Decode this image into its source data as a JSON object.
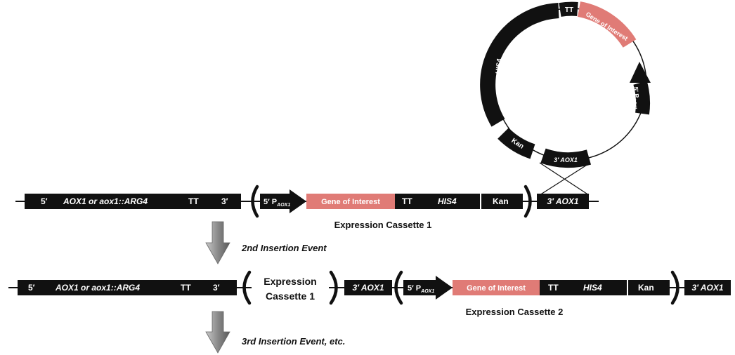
{
  "plasmid": {
    "tt": "TT",
    "gene": "Gene of Interest",
    "promoter": "5′ P",
    "promoter_sub": "AOX1",
    "his4": "HIS4",
    "kan": "Kan",
    "aox3": "3′ AOX1"
  },
  "row1": {
    "five": "5′",
    "locus": "AOX1 or aox1::ARG4",
    "tt": "TT",
    "three": "3′",
    "promoter": "5′ P",
    "promoter_sub": "AOX1",
    "gene": "Gene of Interest",
    "tt2": "TT",
    "his4": "HIS4",
    "kan": "Kan",
    "aox3": "3′ AOX1",
    "cassette_caption": "Expression Cassette 1"
  },
  "event2": "2nd Insertion Event",
  "row2": {
    "five": "5′",
    "locus": "AOX1 or aox1::ARG4",
    "tt": "TT",
    "three": "3′",
    "cassette_line1": "Expression",
    "cassette_line2": "Cassette 1",
    "aox3a": "3′ AOX1",
    "promoter": "5′ P",
    "promoter_sub": "AOX1",
    "gene": "Gene of Interest",
    "tt2": "TT",
    "his4": "HIS4",
    "kan": "Kan",
    "aox3b": "3′ AOX1",
    "cassette_caption": "Expression Cassette 2"
  },
  "event3": "3rd Insertion Event, etc.",
  "colors": {
    "segment": "#111111",
    "gene": "#e07b76",
    "arrow": "#8c8c8c"
  }
}
